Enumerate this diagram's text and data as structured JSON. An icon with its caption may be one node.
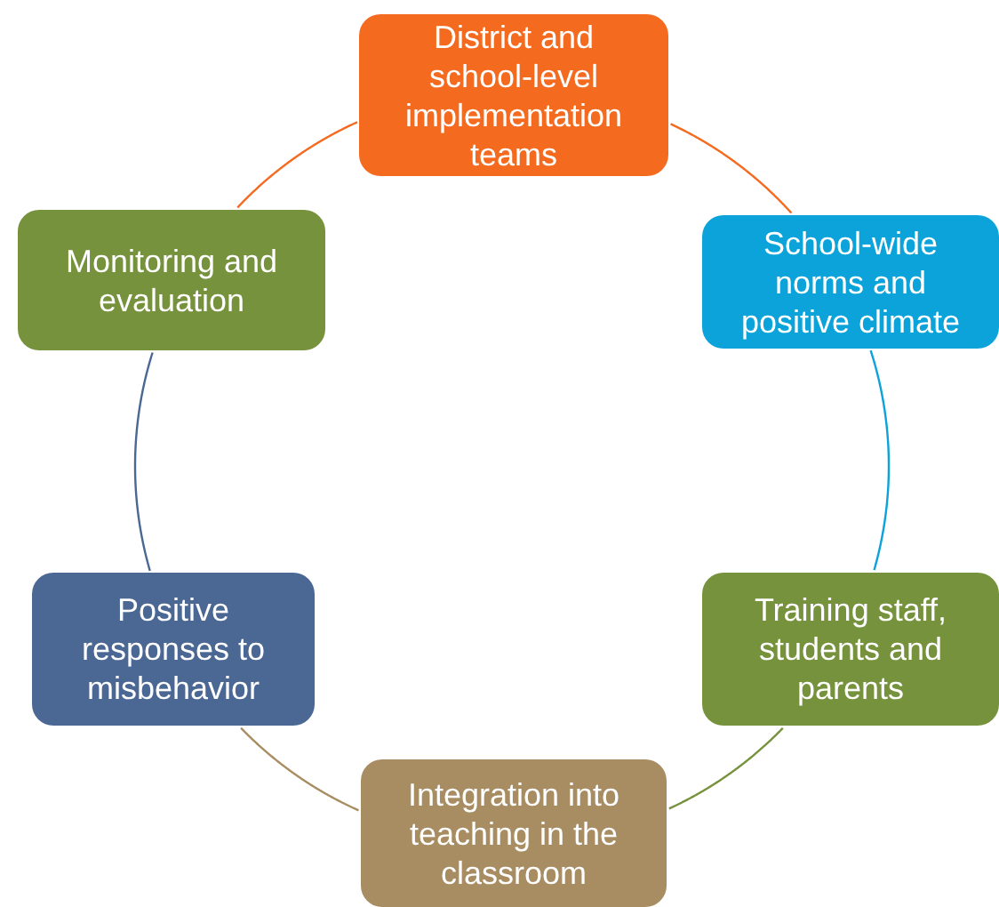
{
  "diagram": {
    "nodes": [
      {
        "text": [
          "District and school-level implementation teams"
        ]
      },
      {
        "text": [
          "School-wide norms and positive climate"
        ]
      },
      {
        "text": [
          "Training staff, students and parents"
        ]
      },
      {
        "text": [
          "Integration into teaching in the classroom"
        ]
      },
      {
        "text": [
          "Positive responses to misbehavior"
        ]
      },
      {
        "text": [
          "Monitoring and evaluation"
        ]
      }
    ],
    "edges": [
      {
        "from": 0,
        "to": 1,
        "arrow": "none",
        "color": "#f46b20"
      },
      {
        "from": 1,
        "to": 2,
        "arrow": "none",
        "color": "#0ba3da"
      },
      {
        "from": 2,
        "to": 3,
        "arrow": "none",
        "color": "#76923c"
      },
      {
        "from": 3,
        "to": 4,
        "arrow": "none",
        "color": "#a88d62"
      },
      {
        "from": 4,
        "to": 5,
        "arrow": "none",
        "color": "#4b6894"
      },
      {
        "from": 5,
        "to": 0,
        "arrow": "none",
        "color": "#f46b20"
      }
    ]
  }
}
